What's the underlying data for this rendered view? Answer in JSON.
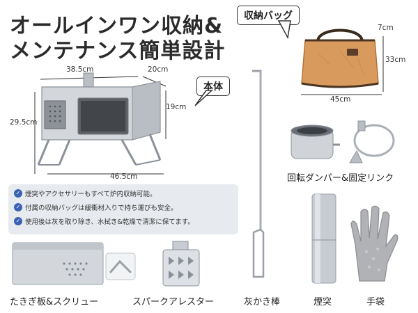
{
  "title": {
    "line1": "オールインワン収納&",
    "line2": "メンテナンス簡単設計"
  },
  "stove": {
    "callout": "本体",
    "dim_width": "38.5cm",
    "dim_depth": "20cm",
    "dim_height_body": "19cm",
    "dim_height_total": "29.5cm",
    "dim_length": "46.5cm"
  },
  "bag": {
    "callout": "収納バッグ",
    "dim_depth": "7cm",
    "dim_height": "33cm",
    "dim_width": "45cm"
  },
  "parts": {
    "damper_label": "回転ダンパー&固定リンク",
    "board_label": "たきぎ板&スクリュー",
    "arrestor_label": "スパークアレスター",
    "poker_label": "灰かき棒",
    "chimney_label": "煙突",
    "gloves_label": "手袋"
  },
  "notes": [
    "煙突やアクセサリーもすべて炉内収納可能。",
    "付属の収納バッグは緩衝材入りで持ち運びも安全。",
    "使用後は灰を取り除き、水拭き&乾燥で清潔に保てます。"
  ],
  "colors": {
    "bag": "#d99a5e",
    "steel": "#c7ccd2",
    "check": "#3a62b3",
    "note_bg": "#e7eaee"
  }
}
